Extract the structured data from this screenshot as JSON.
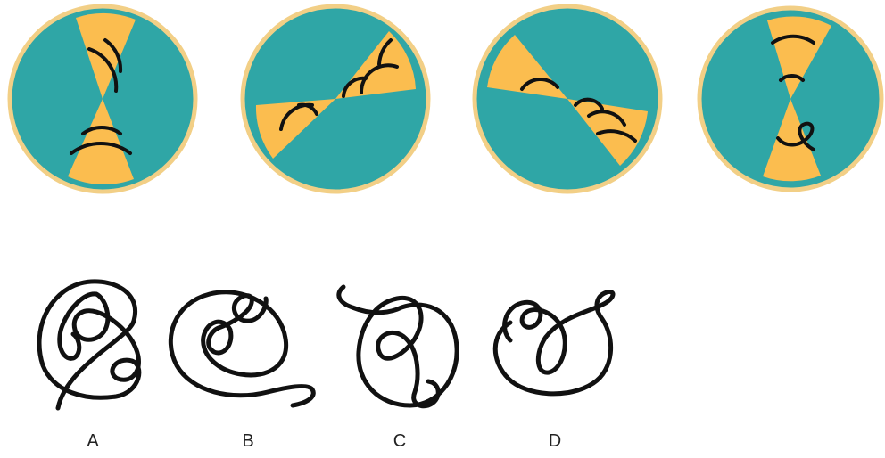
{
  "colors": {
    "disc_fill": "#2fa6a6",
    "disc_rim": "#f2cf86",
    "sector_fill": "#fbbd4f",
    "line": "#111111",
    "background": "#ffffff"
  },
  "puzzle": {
    "sequence": [
      {
        "sector_axis": "vertical"
      },
      {
        "sector_axis": "tilted-up-right"
      },
      {
        "sector_axis": "tilted-down-right"
      },
      {
        "sector_axis": "vertical"
      }
    ]
  },
  "options": [
    {
      "label": "A",
      "shape": "scribble-loop"
    },
    {
      "label": "B",
      "shape": "scribble-tail"
    },
    {
      "label": "C",
      "shape": "scribble-knot"
    },
    {
      "label": "D",
      "shape": "scribble-hook"
    }
  ]
}
